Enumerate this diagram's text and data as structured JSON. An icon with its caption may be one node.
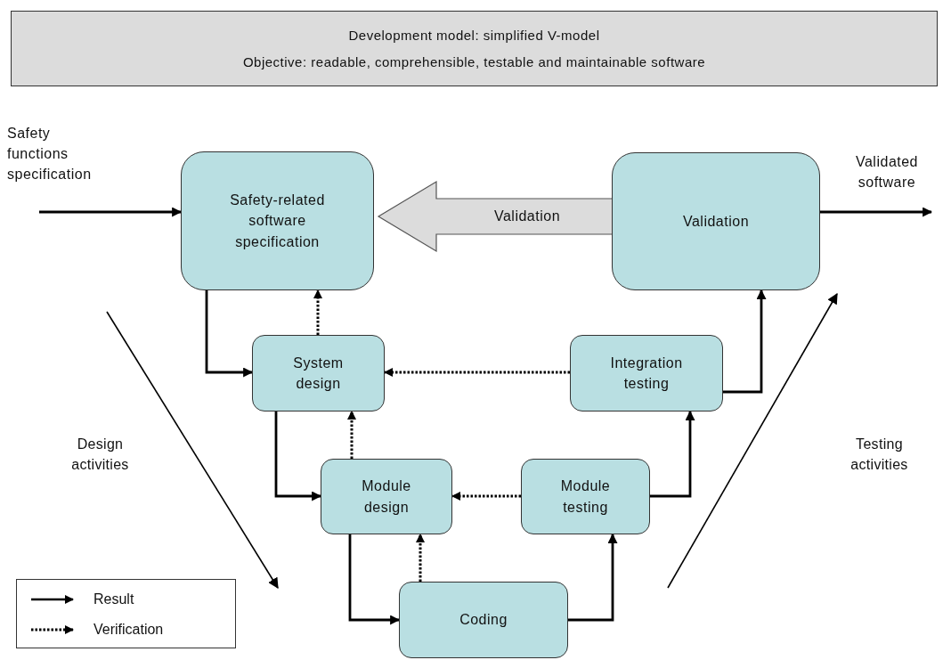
{
  "diagram": {
    "nodes": [
      {
        "text": [
          "Development model: simplified V-model",
          "Objective: readable, comprehensible, testable and maintainable software"
        ]
      },
      {
        "text": [
          "Safety functions specification"
        ]
      },
      {
        "text": [
          "Safety-related software specification"
        ]
      },
      {
        "text": [
          "Validation"
        ]
      },
      {
        "text": [
          "Validated software"
        ]
      },
      {
        "text": [
          "System design"
        ]
      },
      {
        "text": [
          "Integration testing"
        ]
      },
      {
        "text": [
          "Module design"
        ]
      },
      {
        "text": [
          "Module testing"
        ]
      },
      {
        "text": [
          "Coding"
        ]
      }
    ],
    "edges": [
      {
        "from": 1,
        "to": 2,
        "arrow": "to"
      },
      {
        "from": 3,
        "to": 4,
        "arrow": "to"
      },
      {
        "from": 3,
        "to": 2,
        "arrow": "to",
        "label": "Validation",
        "style": "thick",
        "color": "#dcdcdc"
      },
      {
        "from": 2,
        "to": 5,
        "arrow": "to"
      },
      {
        "from": 5,
        "to": 2,
        "arrow": "to",
        "style": "dashed"
      },
      {
        "from": 6,
        "to": 5,
        "arrow": "to",
        "style": "dashed"
      },
      {
        "from": 6,
        "to": 3,
        "arrow": "to"
      },
      {
        "from": 5,
        "to": 7,
        "arrow": "to"
      },
      {
        "from": 7,
        "to": 5,
        "arrow": "to",
        "style": "dashed"
      },
      {
        "from": 8,
        "to": 7,
        "arrow": "to",
        "style": "dashed"
      },
      {
        "from": 8,
        "to": 6,
        "arrow": "to"
      },
      {
        "from": 7,
        "to": 9,
        "arrow": "to"
      },
      {
        "from": 9,
        "to": 7,
        "arrow": "to",
        "style": "dashed"
      },
      {
        "from": 9,
        "to": 8,
        "arrow": "to"
      }
    ],
    "labels": [
      "Design activities",
      "Testing activities"
    ],
    "legend": [
      {
        "text": "Result"
      },
      {
        "text": "Verification"
      }
    ]
  }
}
